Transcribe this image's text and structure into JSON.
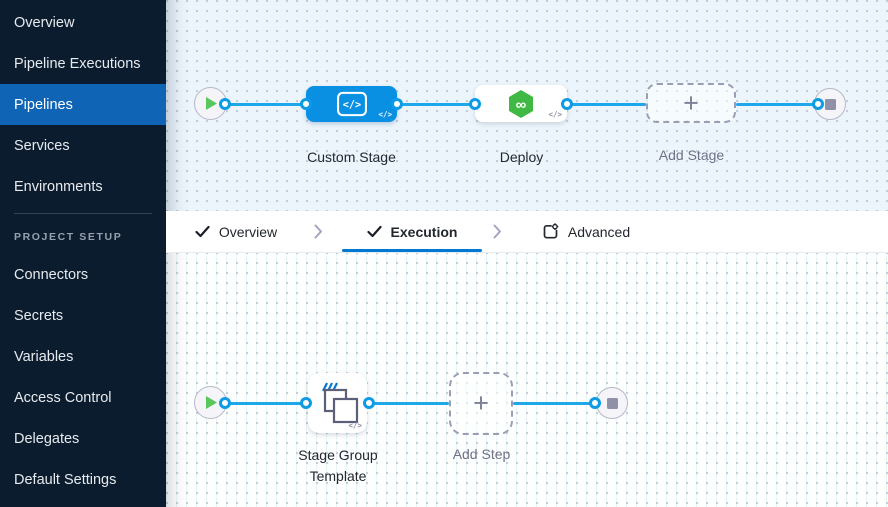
{
  "colors": {
    "sidebar_bg": "#0b1c2e",
    "sidebar_active_bg": "#0f64b5",
    "edge_blue": "#1ea7e9",
    "node_blue": "#0a90e2",
    "deploy_green": "#3fb944",
    "play_green": "#58c75c",
    "tab_underline": "#0278d5",
    "canvas_top_bg": "#ecf5fb"
  },
  "sidebar": {
    "items": [
      {
        "label": "Overview",
        "active": false
      },
      {
        "label": "Pipeline Executions",
        "active": false
      },
      {
        "label": "Pipelines",
        "active": true
      },
      {
        "label": "Services",
        "active": false
      },
      {
        "label": "Environments",
        "active": false
      }
    ],
    "section": "PROJECT SETUP",
    "setup_items": [
      {
        "label": "Connectors"
      },
      {
        "label": "Secrets"
      },
      {
        "label": "Variables"
      },
      {
        "label": "Access Control"
      },
      {
        "label": "Delegates"
      },
      {
        "label": "Default Settings"
      }
    ]
  },
  "pipeline_graph": {
    "start_icon": "play",
    "end_icon": "stop",
    "stages": [
      {
        "label": "Custom Stage",
        "icon": "custom-stage-code",
        "code_badge": "</>"
      },
      {
        "label": "Deploy",
        "icon": "cd-hexagon-infinity",
        "code_badge": "</>"
      },
      {
        "label": "Add Stage",
        "icon": "plus",
        "plus": "+"
      }
    ]
  },
  "tabs": [
    {
      "label": "Overview",
      "icon": "check",
      "active": false
    },
    {
      "label": "Execution",
      "icon": "check",
      "active": true
    },
    {
      "label": "Advanced",
      "icon": "panel-gear",
      "active": false
    }
  ],
  "execution_graph": {
    "start_icon": "play",
    "end_icon": "stop",
    "template_node": {
      "label": "Stage Group Template",
      "icon": "stage-group-squares",
      "code_badge": "</>"
    },
    "add_step": {
      "label": "Add Step",
      "plus": "+"
    }
  }
}
